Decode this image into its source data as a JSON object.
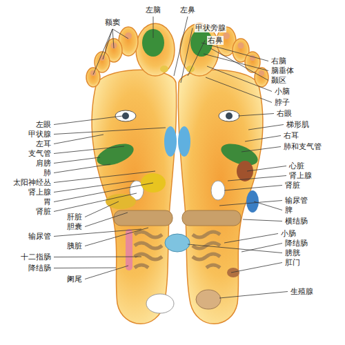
{
  "diagram": {
    "labels": [
      "额窦",
      "左脑",
      "左鼻",
      "甲状旁腺",
      "右鼻",
      "右脑",
      "脑垂体",
      "颞区",
      "小脑",
      "脖子",
      "右眼",
      "梯形肌",
      "右耳",
      "肺和支气管",
      "心脏",
      "肾上腺",
      "肾脏",
      "输尿管",
      "脾",
      "横结肠",
      "小肠",
      "降结肠",
      "膀胱",
      "肛门",
      "生殖腺",
      "左眼",
      "甲状腺",
      "左耳",
      "支气管",
      "肩膀",
      "肺",
      "太阳神经丛",
      "肾上腺",
      "胃",
      "肾脏",
      "肝脏",
      "胆囊",
      "输尿管",
      "胰脏",
      "十二指肠",
      "降结肠",
      "阑尾"
    ]
  }
}
